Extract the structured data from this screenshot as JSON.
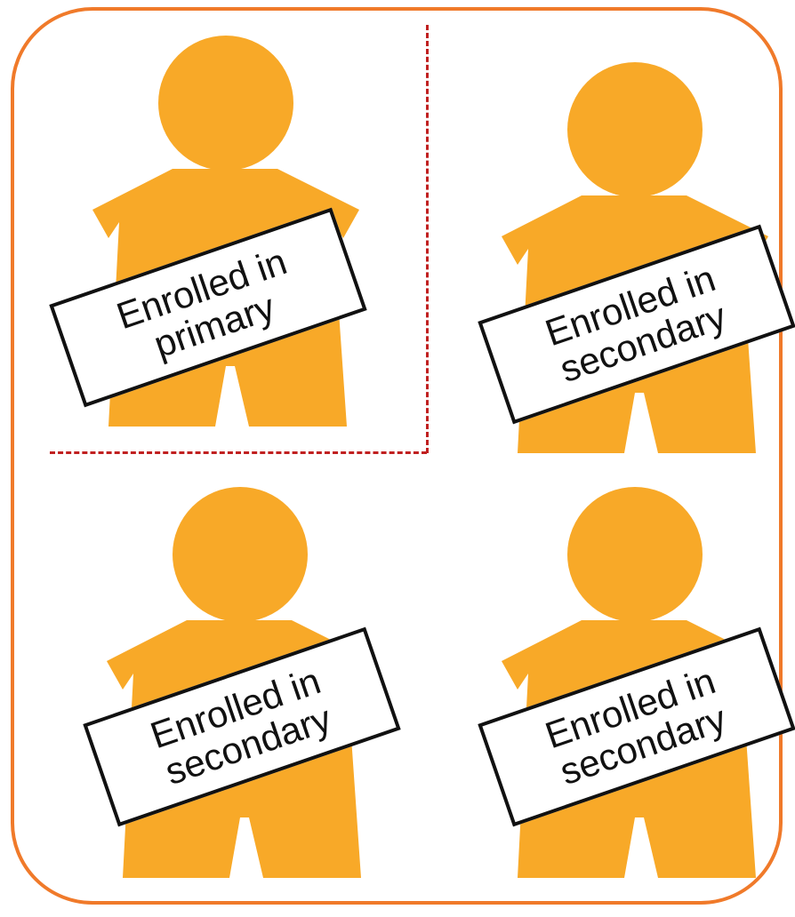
{
  "colors": {
    "frame": "#f07a2a",
    "figure": "#f8a928",
    "divider": "#c02020",
    "sign_border": "#111111"
  },
  "figures": [
    {
      "id": "top-left",
      "line1": "Enrolled in",
      "line2": "primary",
      "highlighted": true
    },
    {
      "id": "top-right",
      "line1": "Enrolled in",
      "line2": "secondary",
      "highlighted": false
    },
    {
      "id": "bottom-left",
      "line1": "Enrolled in",
      "line2": "secondary",
      "highlighted": false
    },
    {
      "id": "bottom-right",
      "line1": "Enrolled in",
      "line2": "secondary",
      "highlighted": false
    }
  ]
}
